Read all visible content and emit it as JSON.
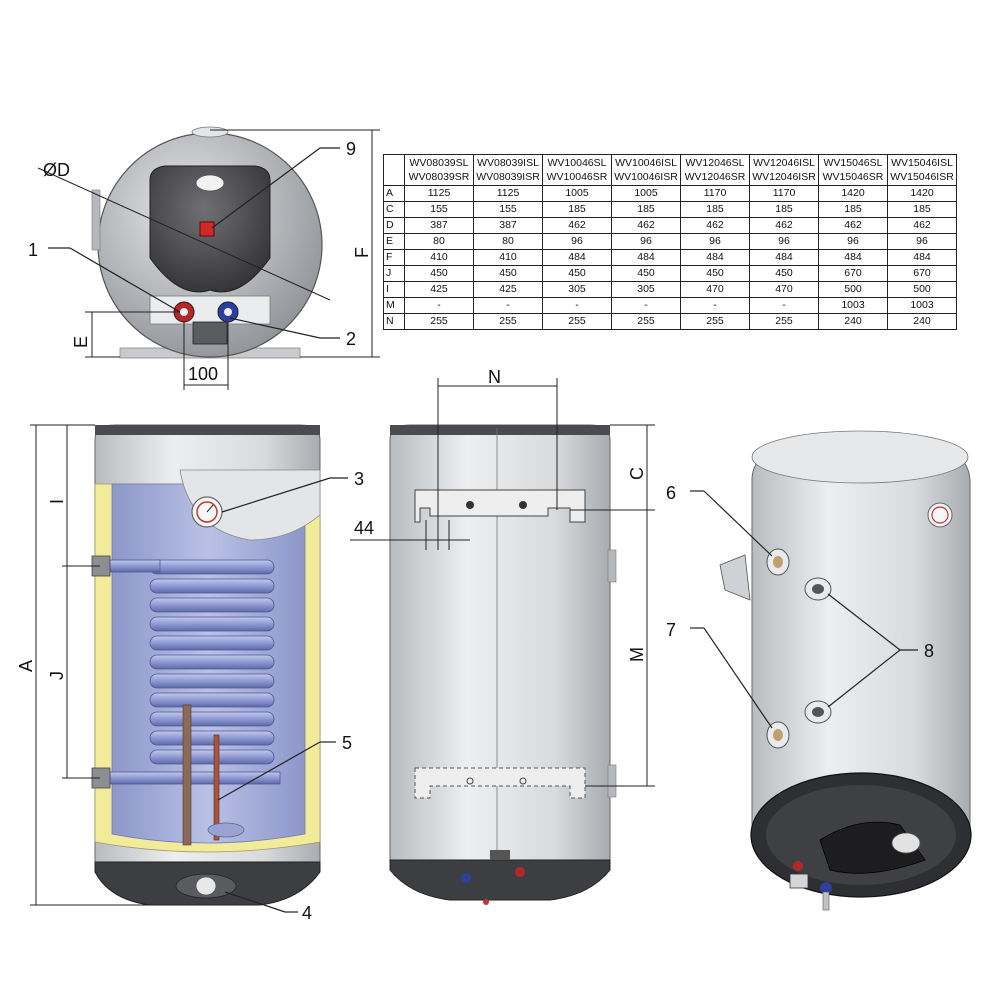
{
  "callouts": {
    "c1": "1",
    "c2": "2",
    "c3": "3",
    "c4": "4",
    "c5": "5",
    "c6": "6",
    "c7": "7",
    "c8": "8",
    "c9": "9"
  },
  "dimensions": {
    "diameter": "ØD",
    "E": "E",
    "F": "F",
    "width_100": "100",
    "A": "A",
    "I": "I",
    "J": "J",
    "N": "N",
    "C": "C",
    "M": "M",
    "w44": "44"
  },
  "table": {
    "models": [
      [
        "WV08039SL",
        "WV08039SR"
      ],
      [
        "WV08039ISL",
        "WV08039ISR"
      ],
      [
        "WV10046SL",
        "WV10046SR"
      ],
      [
        "WV10046ISL",
        "WV10046ISR"
      ],
      [
        "WV12046SL",
        "WV12046SR"
      ],
      [
        "WV12046ISL",
        "WV12046ISR"
      ],
      [
        "WV15046SL",
        "WV15046SR"
      ],
      [
        "WV15046ISL",
        "WV15046ISR"
      ]
    ],
    "rows": [
      {
        "key": "A",
        "values": [
          "1125",
          "1125",
          "1005",
          "1005",
          "1170",
          "1170",
          "1420",
          "1420"
        ]
      },
      {
        "key": "C",
        "values": [
          "155",
          "155",
          "185",
          "185",
          "185",
          "185",
          "185",
          "185"
        ]
      },
      {
        "key": "D",
        "values": [
          "387",
          "387",
          "462",
          "462",
          "462",
          "462",
          "462",
          "462"
        ]
      },
      {
        "key": "E",
        "values": [
          "80",
          "80",
          "96",
          "96",
          "96",
          "96",
          "96",
          "96"
        ]
      },
      {
        "key": "F",
        "values": [
          "410",
          "410",
          "484",
          "484",
          "484",
          "484",
          "484",
          "484"
        ]
      },
      {
        "key": "J",
        "values": [
          "450",
          "450",
          "450",
          "450",
          "450",
          "450",
          "670",
          "670"
        ]
      },
      {
        "key": "I",
        "values": [
          "425",
          "425",
          "305",
          "305",
          "470",
          "470",
          "500",
          "500"
        ]
      },
      {
        "key": "M",
        "values": [
          "-",
          "-",
          "-",
          "-",
          "-",
          "-",
          "1003",
          "1003"
        ]
      },
      {
        "key": "N",
        "values": [
          "255",
          "255",
          "255",
          "255",
          "255",
          "255",
          "240",
          "240"
        ]
      }
    ]
  },
  "colors": {
    "tank_body": "#d4d6d8",
    "tank_dark": "#3a3a3c",
    "insulation": "#f2eb9a",
    "water_inner": "#a9b3dc",
    "coil": "#8f9bd4",
    "hot_port": "#b5282a",
    "cold_port": "#2f3f9e"
  }
}
